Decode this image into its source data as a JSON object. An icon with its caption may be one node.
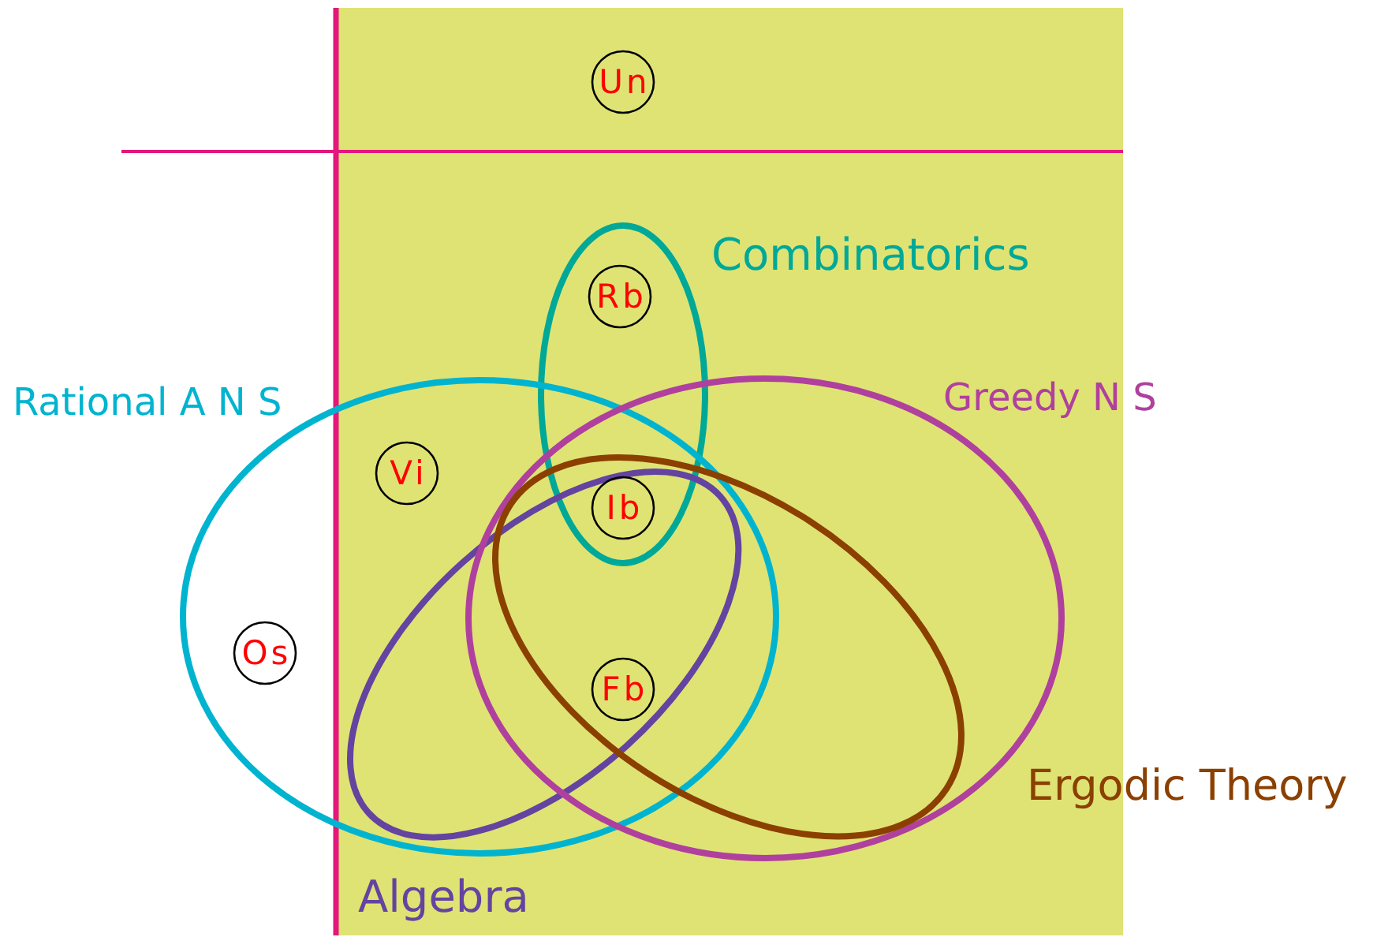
{
  "diagram": {
    "nodes": [
      {
        "text": [
          "Un"
        ]
      },
      {
        "text": [
          "Combinatorics"
        ]
      },
      {
        "text": [
          "Rb"
        ],
        "in": 1
      },
      {
        "text": [
          "Rational A N S"
        ]
      },
      {
        "text": [
          "Greedy N S"
        ]
      },
      {
        "text": [
          "Vi"
        ],
        "in": 3
      },
      {
        "text": [
          "Ib"
        ]
      },
      {
        "text": [
          "Os"
        ],
        "in": 3
      },
      {
        "text": [
          "Fb"
        ]
      },
      {
        "text": [
          "Algebra"
        ],
        "in": 3
      },
      {
        "text": [
          "Ergodic Theory"
        ],
        "in": 4
      }
    ]
  }
}
